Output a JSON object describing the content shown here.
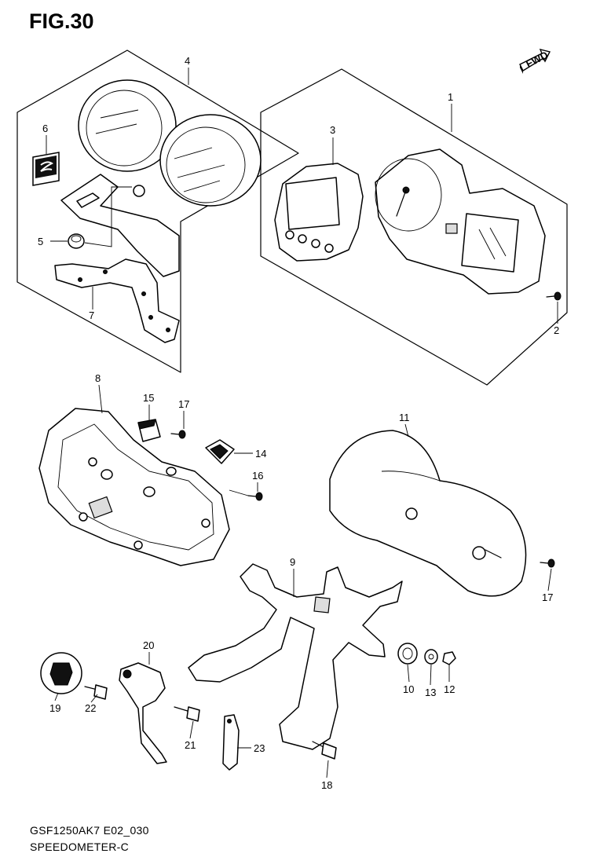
{
  "figure": {
    "title": "FIG.30"
  },
  "footer": {
    "code": "GSF1250AK7 E02_030",
    "name": "SPEEDOMETER-C"
  },
  "direction_tag": {
    "text": "FWD"
  },
  "callouts": [
    {
      "id": "p4",
      "number": "4"
    },
    {
      "id": "p1",
      "number": "1"
    },
    {
      "id": "p3",
      "number": "3"
    },
    {
      "id": "p6",
      "number": "6"
    },
    {
      "id": "p5",
      "number": "5"
    },
    {
      "id": "p7",
      "number": "7"
    },
    {
      "id": "p2",
      "number": "2"
    },
    {
      "id": "p8",
      "number": "8"
    },
    {
      "id": "p15",
      "number": "15"
    },
    {
      "id": "p17a",
      "number": "17"
    },
    {
      "id": "p14",
      "number": "14"
    },
    {
      "id": "p16",
      "number": "16"
    },
    {
      "id": "p11",
      "number": "11"
    },
    {
      "id": "p17b",
      "number": "17"
    },
    {
      "id": "p9",
      "number": "9"
    },
    {
      "id": "p20",
      "number": "20"
    },
    {
      "id": "p19",
      "number": "19"
    },
    {
      "id": "p22",
      "number": "22"
    },
    {
      "id": "p21",
      "number": "21"
    },
    {
      "id": "p23",
      "number": "23"
    },
    {
      "id": "p18",
      "number": "18"
    },
    {
      "id": "p10",
      "number": "10"
    },
    {
      "id": "p13",
      "number": "13"
    },
    {
      "id": "p12",
      "number": "12"
    }
  ]
}
